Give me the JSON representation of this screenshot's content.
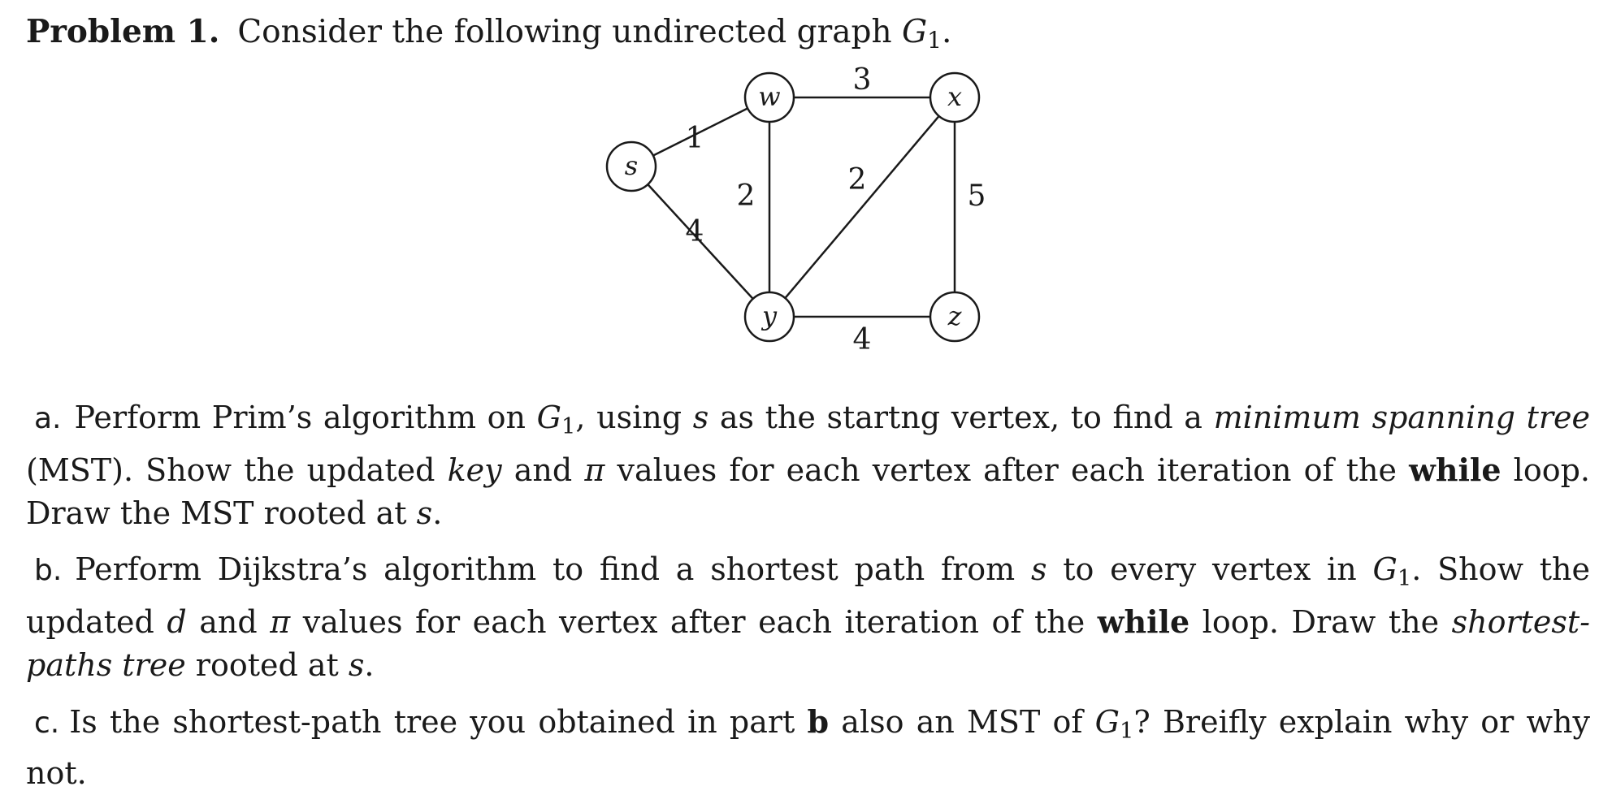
{
  "problem": {
    "label": "Problem 1.",
    "intro_before": "Consider the following undirected graph ",
    "graph_symbol": "G",
    "graph_subscript": "1",
    "intro_after": "."
  },
  "graph": {
    "vertices": [
      {
        "id": "s",
        "label": "s"
      },
      {
        "id": "w",
        "label": "w"
      },
      {
        "id": "x",
        "label": "x"
      },
      {
        "id": "y",
        "label": "y"
      },
      {
        "id": "z",
        "label": "z"
      }
    ],
    "edges": [
      {
        "from": "s",
        "to": "w",
        "weight": "1"
      },
      {
        "from": "s",
        "to": "y",
        "weight": "4"
      },
      {
        "from": "w",
        "to": "x",
        "weight": "3"
      },
      {
        "from": "w",
        "to": "y",
        "weight": "2"
      },
      {
        "from": "y",
        "to": "x",
        "weight": "2"
      },
      {
        "from": "x",
        "to": "z",
        "weight": "5"
      },
      {
        "from": "y",
        "to": "z",
        "weight": "4"
      }
    ]
  },
  "parts": {
    "a": {
      "letter": "a.",
      "t1": "Perform Prim’s algorithm on ",
      "g": "G",
      "g_sub": "1",
      "t2": ", using ",
      "s1": "s",
      "t3": " as the startng vertex, to find a ",
      "mst_term": "minimum spanning tree",
      "t4": " (MST). Show the updated ",
      "key_term": "key",
      "t5": " and ",
      "pi": "π",
      "t6": " values for each vertex after each iteration of the ",
      "while_kw": "while",
      "t7": " loop. Draw the MST rooted at ",
      "s2": "s",
      "t8": "."
    },
    "b": {
      "letter": "b.",
      "t1": "Perform Dijkstra’s algorithm to find a shortest path from ",
      "s1": "s",
      "t2": " to every vertex in ",
      "g": "G",
      "g_sub": "1",
      "t3": ". Show the updated ",
      "d": "d",
      "t4": " and ",
      "pi": "π",
      "t5": " values for each vertex after each iteration of the ",
      "while_kw": "while",
      "t6": " loop. Draw the ",
      "spt_term": "shortest-paths tree",
      "t7": " rooted at ",
      "s2": "s",
      "t8": "."
    },
    "c": {
      "letter": "c.",
      "t1": "Is the shortest-path tree you obtained in part ",
      "part_ref": "b",
      "t2": " also an MST of ",
      "g": "G",
      "g_sub": "1",
      "t3": "? Breifly explain why or why not."
    }
  }
}
